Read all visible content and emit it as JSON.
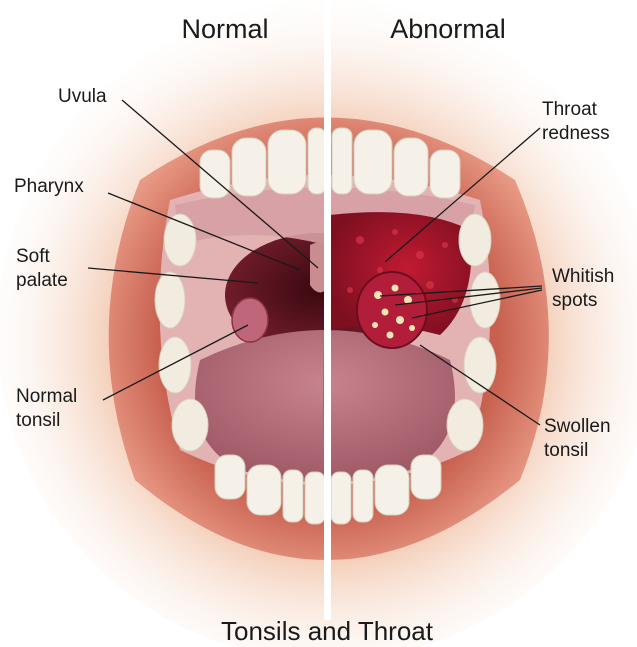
{
  "headings": {
    "left": "Normal",
    "right": "Abnormal"
  },
  "caption": "Tonsils and Throat",
  "labels": {
    "uvula": "Uvula",
    "pharynx": "Pharynx",
    "soft_palate": [
      "Soft",
      "palate"
    ],
    "normal_tonsil": [
      "Normal",
      "tonsil"
    ],
    "throat_redness": [
      "Throat",
      "redness"
    ],
    "whitish_spots": [
      "Whitish",
      "spots"
    ],
    "swollen_tonsil": [
      "Swollen",
      "tonsil"
    ]
  },
  "colors": {
    "lip": "#c8604f",
    "skin_glow": "#f1c3a8",
    "mouth_inner": "#d9a3a6",
    "throat_dark": "#5a0f1a",
    "redness": "#a8172b",
    "tongue": "#b5707c",
    "tooth": "#f5f1e8",
    "divider": "#ffffff"
  }
}
